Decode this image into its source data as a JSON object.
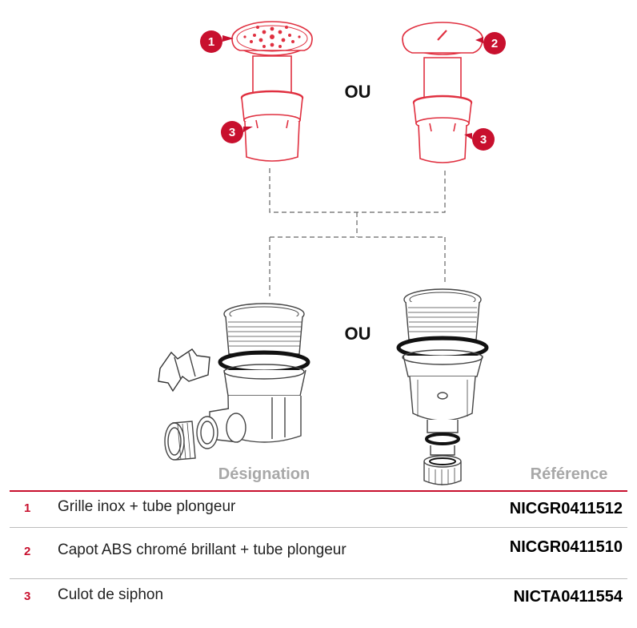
{
  "diagram": {
    "or_label_top": "OU",
    "or_label_bottom": "OU",
    "callouts": [
      "1",
      "2",
      "3",
      "3"
    ]
  },
  "table": {
    "header": {
      "designation": "Désignation",
      "reference": "Référence"
    },
    "rows": [
      {
        "num": "1",
        "label": "Grille inox + tube plongeur",
        "ref": "NICGR0411512"
      },
      {
        "num": "2",
        "label": "Capot ABS chromé brillant + tube plongeur",
        "ref": "NICGR0411510"
      },
      {
        "num": "3",
        "label": "Culot de siphon",
        "ref": "NICTA0411554"
      }
    ]
  },
  "colors": {
    "accent_red": "#c8102e",
    "line_red": "#e03040",
    "grey": "#555555"
  }
}
